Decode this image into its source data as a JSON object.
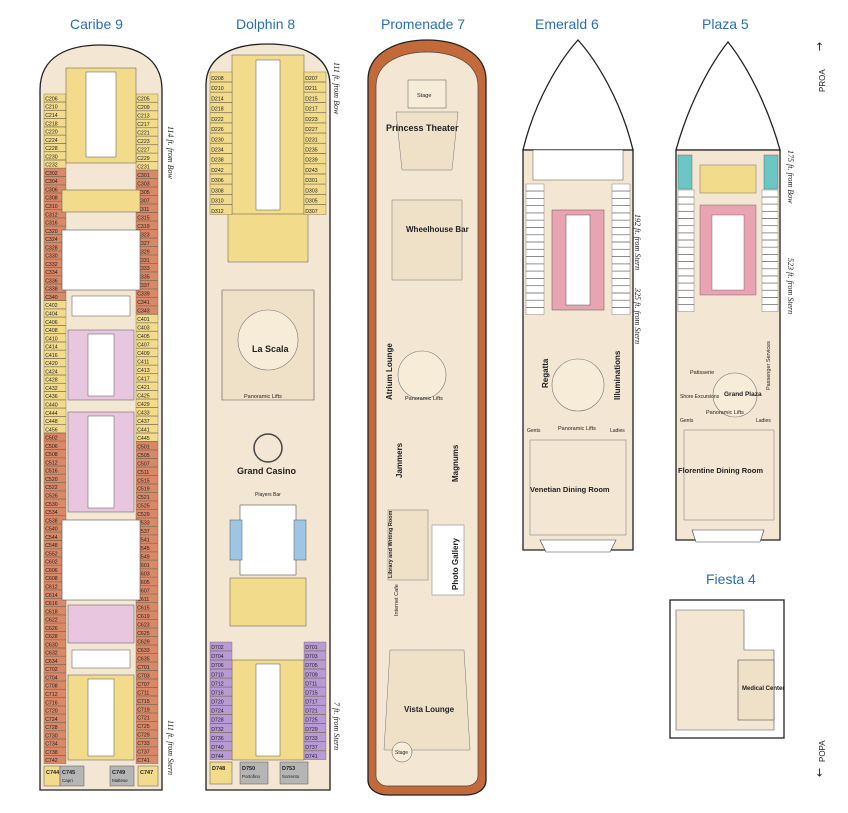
{
  "decks": {
    "caribe": {
      "title": "Caribe 9",
      "note_bow": "114 ft. from Bow",
      "note_stern": "111 ft. from Stern",
      "cabins_left": [
        "C206",
        "C210",
        "C214",
        "C218",
        "C220",
        "C224",
        "C228",
        "C230",
        "C232",
        "C302",
        "C304",
        "C306",
        "C308",
        "C310",
        "C312",
        "C316",
        "C320",
        "C324",
        "C328",
        "C330",
        "C332",
        "C334",
        "C336",
        "C338",
        "C340",
        "C402",
        "C404",
        "C406",
        "C408",
        "C410",
        "C414",
        "C416",
        "C420",
        "C424",
        "C428",
        "C432",
        "C436",
        "C440",
        "C444",
        "C448",
        "C456",
        "C502",
        "C506",
        "C508",
        "C512",
        "C516",
        "C520",
        "C522",
        "C526",
        "C530",
        "C534",
        "C538",
        "C540",
        "C544",
        "C548",
        "C552",
        "C602",
        "C606",
        "C608",
        "C612",
        "C614",
        "C616",
        "C618",
        "C622",
        "C626",
        "C628",
        "C630",
        "C632",
        "C634",
        "C702",
        "C704",
        "C708",
        "C712",
        "C716",
        "C720",
        "C724",
        "C728",
        "C730",
        "C734",
        "C738",
        "C742"
      ],
      "cabins_right": [
        "C205",
        "C209",
        "C213",
        "C217",
        "C221",
        "C223",
        "C227",
        "C229",
        "C231",
        "C301",
        "C303",
        "C305",
        "C307",
        "C311",
        "C315",
        "C319",
        "C323",
        "C327",
        "C329",
        "C331",
        "C333",
        "C335",
        "C337",
        "C339",
        "C341",
        "C343",
        "C401",
        "C403",
        "C405",
        "C407",
        "C409",
        "C411",
        "C413",
        "C417",
        "C421",
        "C425",
        "C429",
        "C433",
        "C437",
        "C441",
        "C445",
        "C501",
        "C505",
        "C507",
        "C511",
        "C515",
        "C519",
        "C521",
        "C525",
        "C529",
        "C533",
        "C537",
        "C541",
        "C545",
        "C549",
        "C601",
        "C603",
        "C605",
        "C607",
        "C611",
        "C615",
        "C619",
        "C623",
        "C625",
        "C629",
        "C633",
        "C635",
        "C701",
        "C703",
        "C707",
        "C711",
        "C715",
        "C719",
        "C721",
        "C725",
        "C729",
        "C733",
        "C737",
        "C741"
      ],
      "stern_cabins": [
        {
          "id": "C744",
          "name": ""
        },
        {
          "id": "C745",
          "name": "Capri"
        },
        {
          "id": "C749",
          "name": "Maltese"
        },
        {
          "id": "C747",
          "name": ""
        }
      ]
    },
    "dolphin": {
      "title": "Dolphin 8",
      "note_bow": "111 ft. from Bow",
      "note_stern": "7 ft. from Stern",
      "labels": [
        "La Scala",
        "Panoramic Lifts",
        "Grand Casino",
        "Players Bar"
      ],
      "cabins_left": [
        "D208",
        "D210",
        "D214",
        "D218",
        "D222",
        "D226",
        "D230",
        "D234",
        "D238",
        "D242",
        "D306",
        "D308",
        "D310",
        "D312",
        "D702",
        "D704",
        "D706",
        "D710",
        "D712",
        "D716",
        "D720",
        "D724",
        "D728",
        "D732",
        "D736",
        "D740",
        "D744"
      ],
      "cabins_right": [
        "D207",
        "D211",
        "D215",
        "D217",
        "D223",
        "D227",
        "D231",
        "D235",
        "D239",
        "D243",
        "D301",
        "D303",
        "D305",
        "D307",
        "D701",
        "D703",
        "D705",
        "D709",
        "D711",
        "D715",
        "D717",
        "D721",
        "D725",
        "D729",
        "D733",
        "D737",
        "D741"
      ],
      "stern_cabins": [
        {
          "id": "D748",
          "name": ""
        },
        {
          "id": "D750",
          "name": "Portofino"
        },
        {
          "id": "D753",
          "name": "Sorrento"
        }
      ]
    },
    "promenade": {
      "title": "Promenade 7",
      "labels": [
        "Stage",
        "Princess Theater",
        "Wheelhouse Bar",
        "Atrium Lounge",
        "Panoramic Lifts",
        "Jammers",
        "Magnums",
        "Library and Writing Room",
        "Photo Gallery",
        "Internet Cafe",
        "Vista Lounge",
        "Stage"
      ]
    },
    "emerald": {
      "title": "Emerald 6",
      "note_bow": "192 ft. from Stern",
      "note_stern": "325 ft. from Stern",
      "labels": [
        "Regatta",
        "Illuminations",
        "Panoramic Lifts",
        "Gents",
        "Ladies",
        "Venetian Dining Room"
      ]
    },
    "plaza": {
      "title": "Plaza 5",
      "note_bow": "175 ft. from Bow",
      "note_stern": "523 ft. from Stern",
      "labels": [
        "Patisserie",
        "Passenger Services",
        "Grand Plaza",
        "Panoramic Lifts",
        "Shore Excursions",
        "Gents",
        "Ladies",
        "Florentine Dining Room"
      ]
    },
    "fiesta": {
      "title": "Fiesta 4",
      "labels": [
        "Medical Center"
      ]
    }
  },
  "directions": {
    "bow": "PROA",
    "stern": "POPA"
  },
  "colors": {
    "title_blue": "#2a6fb0",
    "hull_outline": "#222222",
    "floor_beige": "#f3e6d2",
    "deck_wood": "#c46a3a",
    "cabin_yellow": "#f2dc8c",
    "cabin_red": "#d98868",
    "cabin_purple": "#b89ad6",
    "cabin_blue": "#9ec6e4",
    "cabin_pink": "#e9a4b2",
    "cabin_teal": "#6cc6c6",
    "cabin_grey": "#b5b5b5"
  }
}
